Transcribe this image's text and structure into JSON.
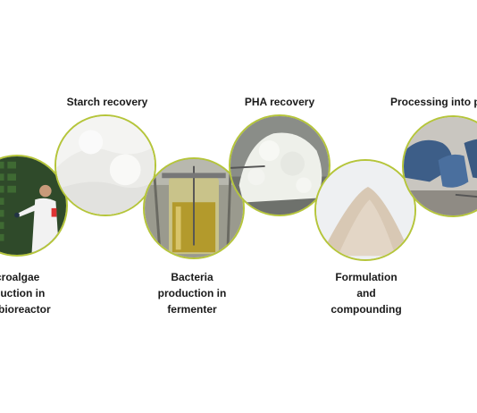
{
  "steps": [
    {
      "id": "microalgae",
      "label_lines": [
        "icroalgae",
        "oduction in",
        "otobioreactor"
      ],
      "image": "photobioreactor-worker-photo"
    },
    {
      "id": "starch",
      "label_lines": [
        "Starch recovery"
      ],
      "image": "starch-powder-photo"
    },
    {
      "id": "bacteria",
      "label_lines": [
        "Bacteria",
        "production in",
        "fermenter"
      ],
      "image": "fermenter-photo"
    },
    {
      "id": "pha",
      "label_lines": [
        "PHA recovery"
      ],
      "image": "pha-flakes-photo"
    },
    {
      "id": "formulation",
      "label_lines": [
        "Formulation",
        "and",
        "compounding"
      ],
      "image": "compound-powder-photo"
    },
    {
      "id": "processing",
      "label_lines": [
        "Processing into p"
      ],
      "image": "gloved-hands-photo"
    }
  ],
  "colors": {
    "ring": "#b5c53a",
    "text": "#1a1a1a"
  }
}
